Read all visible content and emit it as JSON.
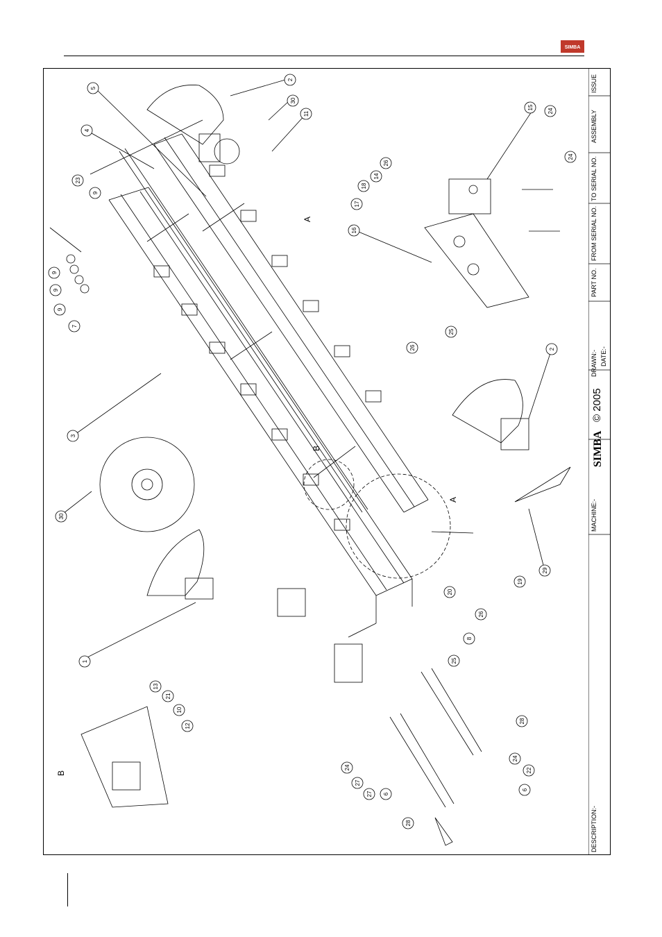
{
  "logo": {
    "text": "SIMBA",
    "color": "#c0392b"
  },
  "title_block": {
    "description": "DESCRIPTION:-",
    "machine": "MACHINE:-",
    "brand": "SIMBA",
    "copyright": "© 2005",
    "drawn": "DRAWN:-",
    "date": "DATE:-",
    "part_no": "PART NO.",
    "from_serial": "FROM SERIAL NO.",
    "to_serial": "TO SERIAL NO.",
    "assembly": "ASSEMBLY",
    "issue": "ISSUE"
  },
  "section_labels": {
    "a_upper": "A",
    "a_lower": "A",
    "b_detail": "B",
    "b_view": "B"
  },
  "callouts": [
    "1",
    "2",
    "2",
    "3",
    "4",
    "5",
    "6",
    "6",
    "7",
    "8",
    "9",
    "9",
    "9",
    "9",
    "10",
    "11",
    "12",
    "13",
    "14",
    "15",
    "16",
    "17",
    "18",
    "19",
    "20",
    "21",
    "22",
    "23",
    "24",
    "24",
    "24",
    "24",
    "25",
    "25",
    "26",
    "26",
    "26",
    "27",
    "27",
    "28",
    "28",
    "29",
    "30",
    "30"
  ]
}
